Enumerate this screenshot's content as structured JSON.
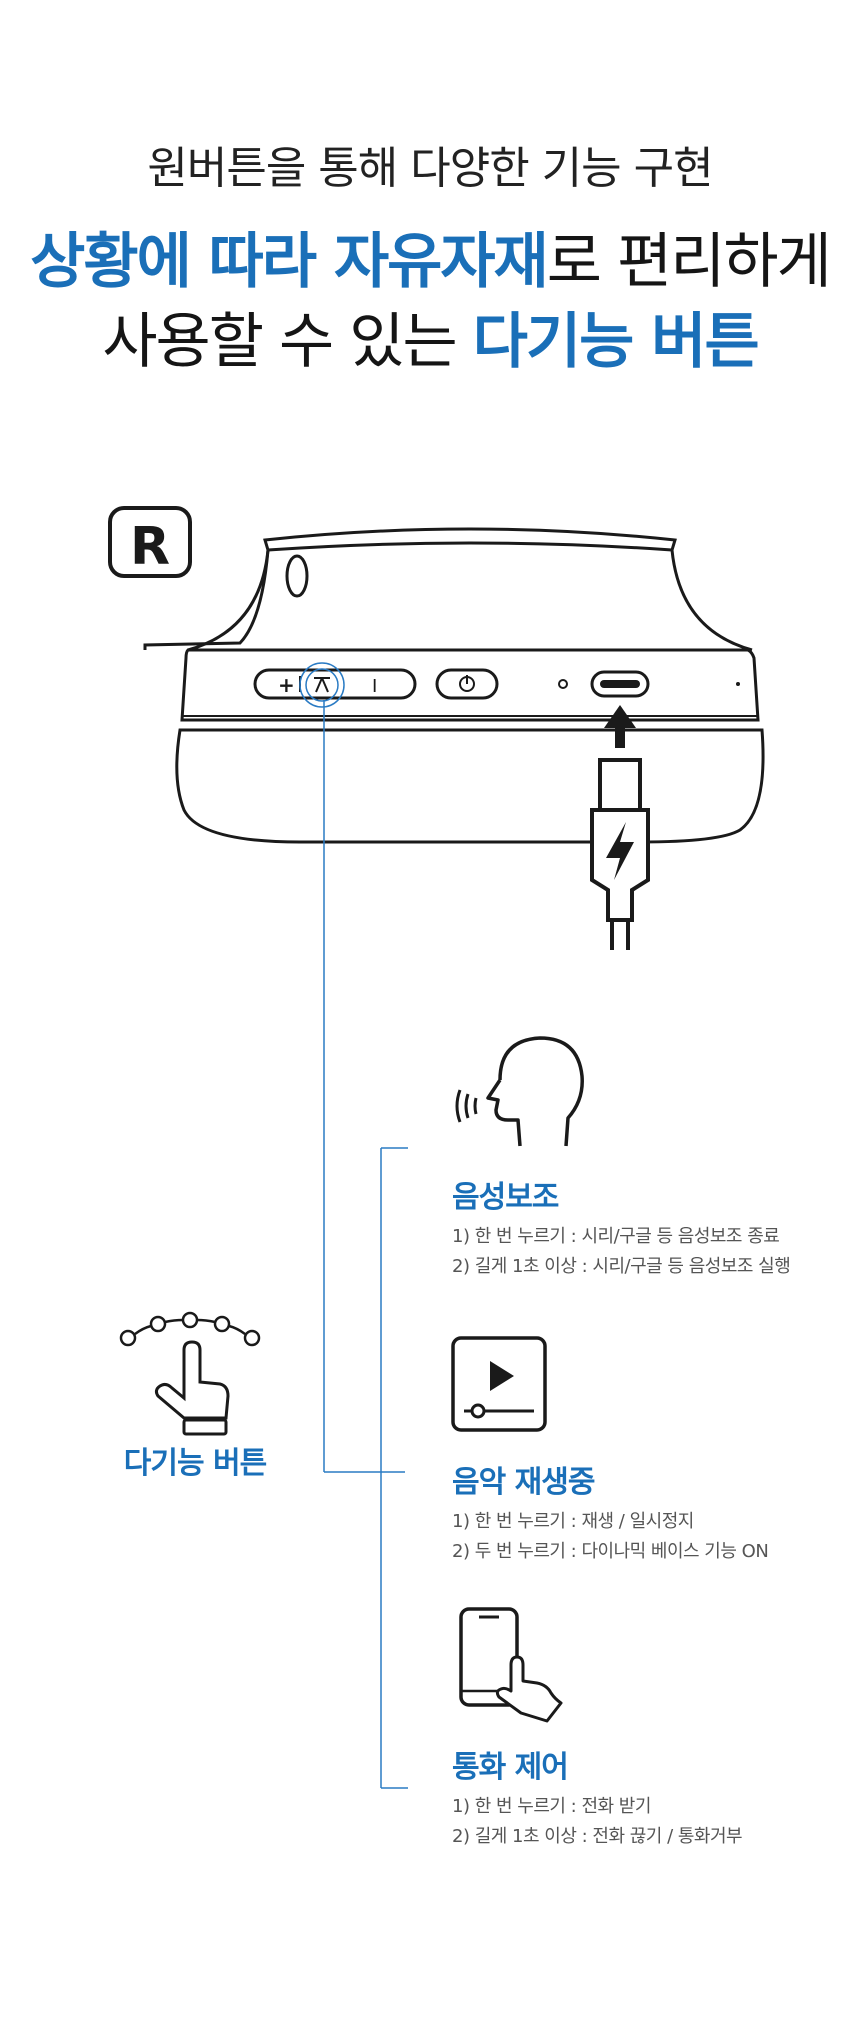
{
  "header": {
    "subtitle": "원버튼을 통해 다양한 기능 구현",
    "headline_line1_blue": "상황에 따라 자유자재",
    "headline_line1_rest": "로 편리하게",
    "headline_line2_rest": "사용할 수 있는 ",
    "headline_line2_blue": "다기능 버튼"
  },
  "diagram": {
    "side_label": "R"
  },
  "multi_button": {
    "label": "다기능 버튼"
  },
  "features": [
    {
      "icon": "voice-assistant-icon",
      "title": "음성보조",
      "lines": [
        "1) 한 번 누르기 : 시리/구글 등 음성보조 종료",
        "2) 길게 1초 이상 : 시리/구글 등 음성보조 실행"
      ]
    },
    {
      "icon": "music-play-icon",
      "title": "음악 재생중",
      "lines": [
        "1) 한 번 누르기 : 재생 / 일시정지",
        "2) 두 번 누르기 : 다이나믹 베이스 기능 ON"
      ]
    },
    {
      "icon": "phone-touch-icon",
      "title": "통화 제어",
      "lines": [
        "1) 한 번 누르기 : 전화 받기",
        "2) 길게 1초 이상 : 전화 끊기 / 통화거부"
      ]
    }
  ],
  "colors": {
    "accent": "#1a6fb8",
    "text": "#151515",
    "desc": "#555555",
    "line": "#2a7bc4"
  }
}
